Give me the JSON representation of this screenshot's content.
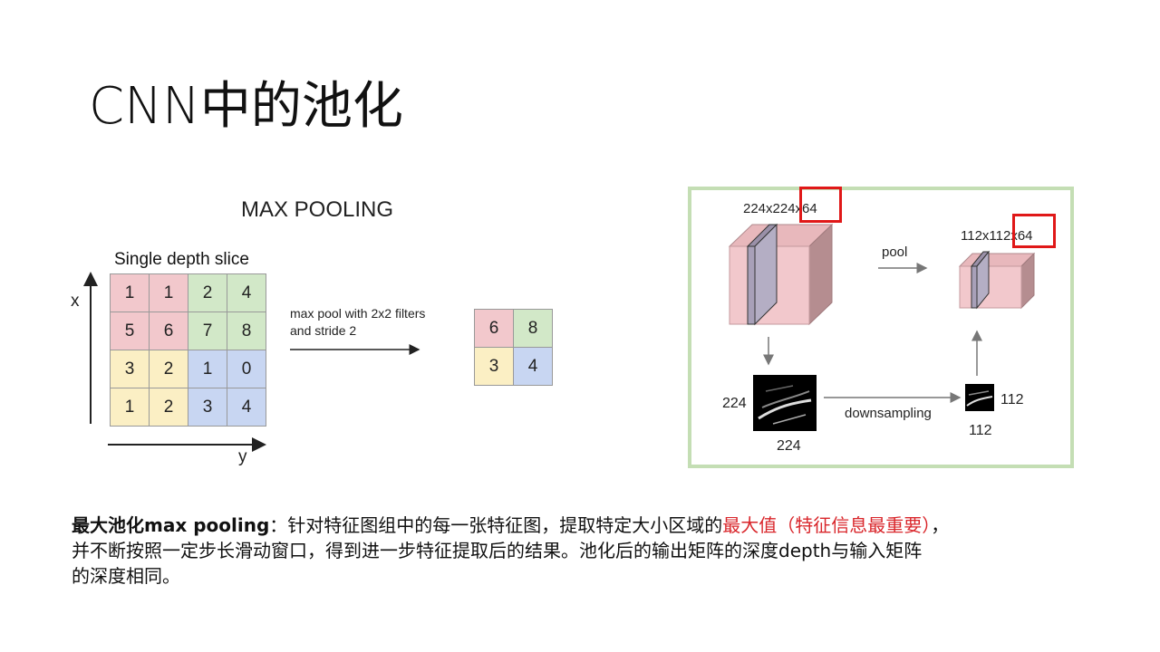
{
  "slide": {
    "title": "CNN中的池化"
  },
  "max_pooling": {
    "title": "MAX POOLING",
    "slice_label": "Single depth slice",
    "axis_x": "x",
    "axis_y": "y",
    "caption_line1": "max pool with 2x2 filters",
    "caption_line2": "and stride 2",
    "input_grid": [
      [
        "1",
        "1",
        "2",
        "4"
      ],
      [
        "5",
        "6",
        "7",
        "8"
      ],
      [
        "3",
        "2",
        "1",
        "0"
      ],
      [
        "1",
        "2",
        "3",
        "4"
      ]
    ],
    "output_grid": [
      [
        "6",
        "8"
      ],
      [
        "3",
        "4"
      ]
    ],
    "colors": {
      "red": "#f2c8cc",
      "green": "#d2e8c8",
      "yellow": "#fbefc4",
      "blue": "#c8d6f2"
    }
  },
  "pool_diagram": {
    "input_size": "224x224x64",
    "output_size": "112x112x64",
    "pool_label": "pool",
    "downsampling_label": "downsampling",
    "input_dim_left": "224",
    "input_dim_bottom": "224",
    "output_dim_right": "112",
    "output_dim_bottom": "112",
    "frame_color": "#c4deb4",
    "highlight_color": "#e01818"
  },
  "body": {
    "lead": "最大池化max pooling",
    "sep": "：",
    "text1": "针对特征图组中的每一张特征图，提取特定大小区域的",
    "highlight": "最大值（特征信息最重要）",
    "text2": "，",
    "line2": "并不断按照一定步长滑动窗口，得到进一步特征提取后的结果。池化后的输出矩阵的深度depth与输入矩阵",
    "line3": "的深度相同。"
  }
}
